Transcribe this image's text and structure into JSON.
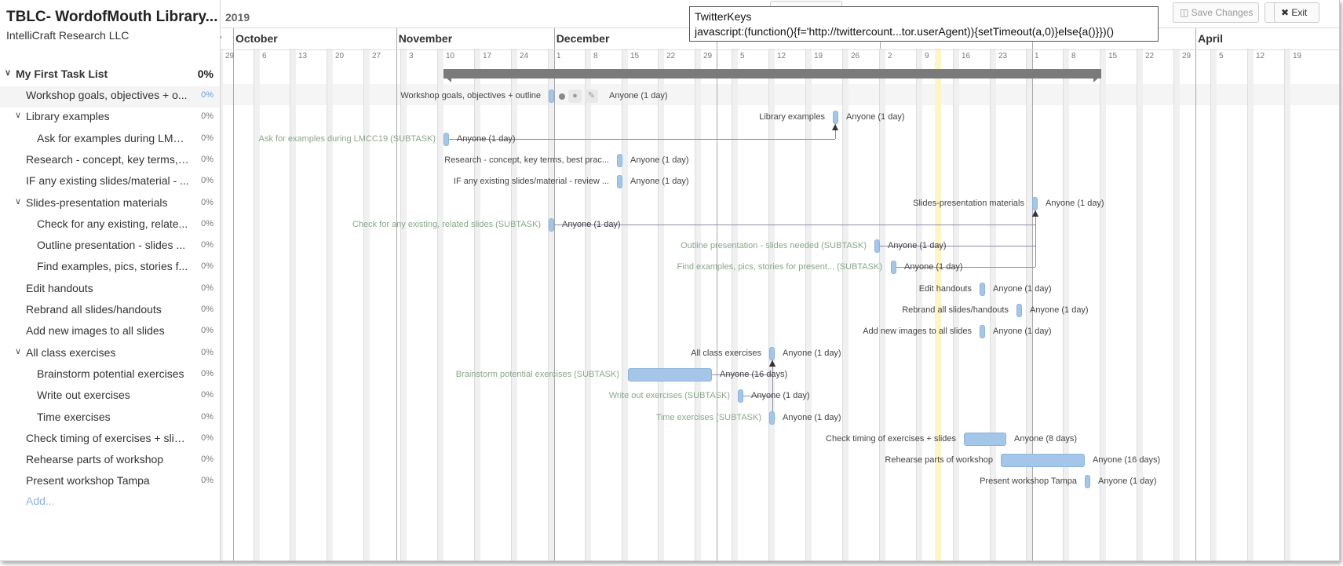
{
  "project": {
    "title": "TBLC- WordofMouth Library...",
    "company": "IntelliCraft Research LLC"
  },
  "timeline": {
    "year": "2019",
    "months": [
      {
        "label": "er",
        "date": "2019-09-27"
      },
      {
        "label": "October",
        "date": "2019-10-01"
      },
      {
        "label": "November",
        "date": "2019-11-01"
      },
      {
        "label": "December",
        "date": "2019-12-01"
      },
      {
        "label": "April",
        "date": "2020-04-01"
      }
    ],
    "day_ticks": [
      {
        "label": "29",
        "date": "2019-09-29"
      },
      {
        "label": "6",
        "date": "2019-10-06"
      },
      {
        "label": "13",
        "date": "2019-10-13"
      },
      {
        "label": "20",
        "date": "2019-10-20"
      },
      {
        "label": "27",
        "date": "2019-10-27"
      },
      {
        "label": "3",
        "date": "2019-11-03"
      },
      {
        "label": "10",
        "date": "2019-11-10"
      },
      {
        "label": "17",
        "date": "2019-11-17"
      },
      {
        "label": "24",
        "date": "2019-11-24"
      },
      {
        "label": "1",
        "date": "2019-12-01"
      },
      {
        "label": "8",
        "date": "2019-12-08"
      },
      {
        "label": "15",
        "date": "2019-12-15"
      },
      {
        "label": "22",
        "date": "2019-12-22"
      },
      {
        "label": "29",
        "date": "2019-12-29"
      },
      {
        "label": "5",
        "date": "2020-01-05"
      },
      {
        "label": "12",
        "date": "2020-01-12"
      },
      {
        "label": "19",
        "date": "2020-01-19"
      },
      {
        "label": "26",
        "date": "2020-01-26"
      },
      {
        "label": "2",
        "date": "2020-02-02"
      },
      {
        "label": "9",
        "date": "2020-02-09"
      },
      {
        "label": "16",
        "date": "2020-02-16"
      },
      {
        "label": "23",
        "date": "2020-02-23"
      },
      {
        "label": "1",
        "date": "2020-03-01"
      },
      {
        "label": "8",
        "date": "2020-03-08"
      },
      {
        "label": "15",
        "date": "2020-03-15"
      },
      {
        "label": "22",
        "date": "2020-03-22"
      },
      {
        "label": "29",
        "date": "2020-03-29"
      },
      {
        "label": "5",
        "date": "2020-04-05"
      },
      {
        "label": "12",
        "date": "2020-04-12"
      },
      {
        "label": "19",
        "date": "2020-04-19"
      }
    ]
  },
  "task_list": {
    "name": "My First Task List",
    "percent": "0%",
    "add_label": "Add...",
    "tasks": [
      {
        "label": "Workshop goals, objectives + o...",
        "percent": "0%",
        "level": 1,
        "toggle": false,
        "selected": true
      },
      {
        "label": "Library examples",
        "percent": "0%",
        "level": 1,
        "toggle": true
      },
      {
        "label": "Ask for examples during LMC...",
        "percent": "0%",
        "level": 2,
        "toggle": false
      },
      {
        "label": "Research - concept, key terms, ...",
        "percent": "0%",
        "level": 1,
        "toggle": false
      },
      {
        "label": "IF any existing slides/material - ...",
        "percent": "0%",
        "level": 1,
        "toggle": false
      },
      {
        "label": "Slides-presentation materials",
        "percent": "0%",
        "level": 1,
        "toggle": true
      },
      {
        "label": "Check for any existing, relate...",
        "percent": "0%",
        "level": 2,
        "toggle": false
      },
      {
        "label": "Outline presentation - slides ...",
        "percent": "0%",
        "level": 2,
        "toggle": false
      },
      {
        "label": "Find examples, pics, stories f...",
        "percent": "0%",
        "level": 2,
        "toggle": false
      },
      {
        "label": "Edit handouts",
        "percent": "0%",
        "level": 1,
        "toggle": false
      },
      {
        "label": "Rebrand all slides/handouts",
        "percent": "0%",
        "level": 1,
        "toggle": false
      },
      {
        "label": "Add new images to all slides",
        "percent": "0%",
        "level": 1,
        "toggle": false
      },
      {
        "label": "All class exercises",
        "percent": "0%",
        "level": 1,
        "toggle": true
      },
      {
        "label": "Brainstorm potential exercises",
        "percent": "0%",
        "level": 2,
        "toggle": false
      },
      {
        "label": "Write out exercises",
        "percent": "0%",
        "level": 2,
        "toggle": false
      },
      {
        "label": "Time exercises",
        "percent": "0%",
        "level": 2,
        "toggle": false
      },
      {
        "label": "Check timing of exercises + slides",
        "percent": "0%",
        "level": 1,
        "toggle": false
      },
      {
        "label": "Rehearse parts of workshop",
        "percent": "0%",
        "level": 1,
        "toggle": false
      },
      {
        "label": "Present workshop Tampa",
        "percent": "0%",
        "level": 1,
        "toggle": false
      }
    ]
  },
  "gantt": {
    "summary": {
      "start": "2019-11-10",
      "end": "2020-03-14"
    },
    "bars": [
      {
        "label": "Workshop goals, objectives + outline",
        "assignee": "Anyone (1 day)",
        "start": "2019-11-30",
        "days": 1,
        "subtask": false
      },
      {
        "label": "Library examples",
        "assignee": "Anyone (1 day)",
        "start": "2020-01-23",
        "days": 1,
        "subtask": false
      },
      {
        "label": "Ask for examples during LMCC19 (SUBTASK)",
        "assignee": "Anyone (1 day)",
        "start": "2019-11-10",
        "days": 1,
        "subtask": true
      },
      {
        "label": "Research - concept, key terms, best prac...",
        "assignee": "Anyone (1 day)",
        "start": "2019-12-13",
        "days": 1,
        "subtask": false
      },
      {
        "label": "IF any existing slides/material - review ...",
        "assignee": "Anyone (1 day)",
        "start": "2019-12-13",
        "days": 1,
        "subtask": false
      },
      {
        "label": "Slides-presentation materials",
        "assignee": "Anyone (1 day)",
        "start": "2020-03-01",
        "days": 1,
        "subtask": false
      },
      {
        "label": "Check for any existing, related slides (SUBTASK)",
        "assignee": "Anyone (1 day)",
        "start": "2019-11-30",
        "days": 1,
        "subtask": true
      },
      {
        "label": "Outline presentation - slides needed (SUBTASK)",
        "assignee": "Anyone (1 day)",
        "start": "2020-01-31",
        "days": 1,
        "subtask": true
      },
      {
        "label": "Find examples, pics, stories for present... (SUBTASK)",
        "assignee": "Anyone (1 day)",
        "start": "2020-02-03",
        "days": 1,
        "subtask": true
      },
      {
        "label": "Edit handouts",
        "assignee": "Anyone (1 day)",
        "start": "2020-02-20",
        "days": 1,
        "subtask": false
      },
      {
        "label": "Rebrand all slides/handouts",
        "assignee": "Anyone (1 day)",
        "start": "2020-02-27",
        "days": 1,
        "subtask": false
      },
      {
        "label": "Add new images to all slides",
        "assignee": "Anyone (1 day)",
        "start": "2020-02-20",
        "days": 1,
        "subtask": false
      },
      {
        "label": "All class exercises",
        "assignee": "Anyone (1 day)",
        "start": "2020-01-11",
        "days": 1,
        "subtask": false
      },
      {
        "label": "Brainstorm potential exercises (SUBTASK)",
        "assignee": "Anyone (16 days)",
        "start": "2019-12-15",
        "days": 16,
        "subtask": true
      },
      {
        "label": "Write out exercises (SUBTASK)",
        "assignee": "Anyone (1 day)",
        "start": "2020-01-05",
        "days": 1,
        "subtask": true
      },
      {
        "label": "Time exercises (SUBTASK)",
        "assignee": "Anyone (1 day)",
        "start": "2020-01-11",
        "days": 1,
        "subtask": true
      },
      {
        "label": "Check timing of exercises + slides",
        "assignee": "Anyone (8 days)",
        "start": "2020-02-17",
        "days": 8,
        "subtask": false
      },
      {
        "label": "Rehearse parts of workshop",
        "assignee": "Anyone (16 days)",
        "start": "2020-02-24",
        "days": 16,
        "subtask": false
      },
      {
        "label": "Present workshop Tampa",
        "assignee": "Anyone (1 day)",
        "start": "2020-03-11",
        "days": 1,
        "subtask": false
      }
    ]
  },
  "toolbar": {
    "save_label": "Save Changes",
    "exit_label": "Exit"
  },
  "tooltip": {
    "title": "TwitterKeys",
    "text": "javascript:(function(){f='http://twittercount...tor.userAgent)){setTimeout(a,0)}else{a()}})()"
  },
  "colors": {
    "bar": "#a4c6e8",
    "summary": "#7a7a7a",
    "subtask_label": "#8aa68a",
    "today": "#fbf6c6",
    "add_link": "#8fb3d9"
  }
}
